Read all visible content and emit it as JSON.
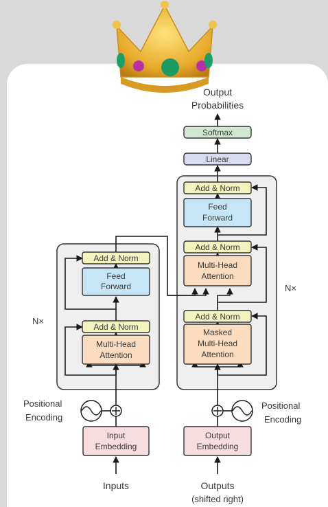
{
  "outputs": {
    "title_line1": "Output",
    "title_line2": "Probabilities",
    "softmax": "Softmax",
    "linear": "Linear"
  },
  "encoder": {
    "add_norm_top": "Add & Norm",
    "feed_forward_line1": "Feed",
    "feed_forward_line2": "Forward",
    "add_norm_bottom": "Add & Norm",
    "attention_line1": "Multi-Head",
    "attention_line2": "Attention",
    "repeat_label": "N×",
    "positional_line1": "Positional",
    "positional_line2": "Encoding",
    "embedding_line1": "Input",
    "embedding_line2": "Embedding",
    "input_label": "Inputs"
  },
  "decoder": {
    "add_norm_top": "Add & Norm",
    "feed_forward_line1": "Feed",
    "feed_forward_line2": "Forward",
    "add_norm_middle": "Add & Norm",
    "cross_attention_line1": "Multi-Head",
    "cross_attention_line2": "Attention",
    "add_norm_bottom": "Add & Norm",
    "masked_line1": "Masked",
    "masked_line2": "Multi-Head",
    "masked_line3": "Attention",
    "repeat_label": "N×",
    "positional_line1": "Positional",
    "positional_line2": "Encoding",
    "embedding_line1": "Output",
    "embedding_line2": "Embedding",
    "output_label_line1": "Outputs",
    "output_label_line2": "(shifted right)"
  },
  "decoration": {
    "icon": "crown-icon"
  },
  "colors": {
    "add_norm": "#f3f3bf",
    "feed_forward": "#c6e6f7",
    "attention": "#fbdcc0",
    "embedding": "#f7dce0",
    "softmax": "#cfe9d1",
    "linear": "#d8daf0",
    "stack_bg": "#efefef"
  }
}
